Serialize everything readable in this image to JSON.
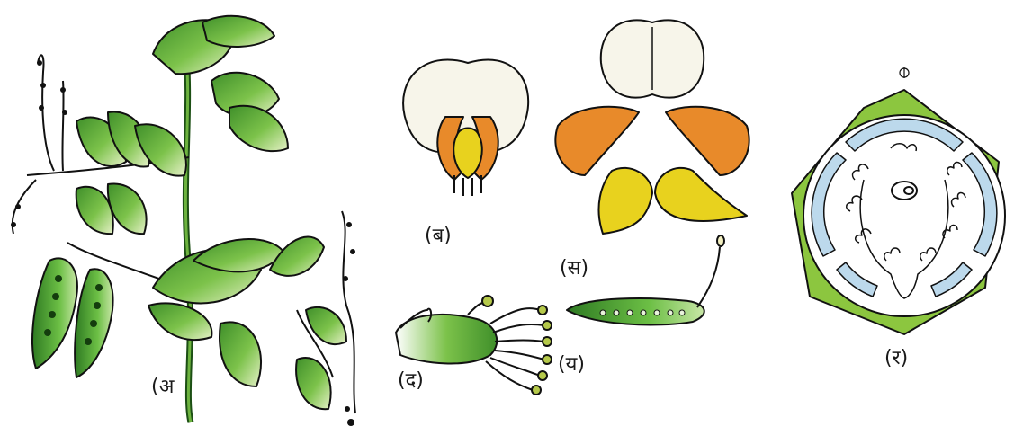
{
  "labels": {
    "a": "(अ",
    "b": "(ब)",
    "s": "(स)",
    "d": "(द)",
    "y": "(य)",
    "r": "(र)",
    "top_symbol": "⌽"
  },
  "colors": {
    "leaf": "#6db33f",
    "leaf_dark": "#2f6b1e",
    "petal_white": "#f7f5ea",
    "wing_orange": "#e88a2a",
    "keel_yellow": "#e8d21e",
    "stroke": "#111111",
    "sepal_green": "#8cc63f",
    "floral_blue": "#bcd9ec"
  }
}
